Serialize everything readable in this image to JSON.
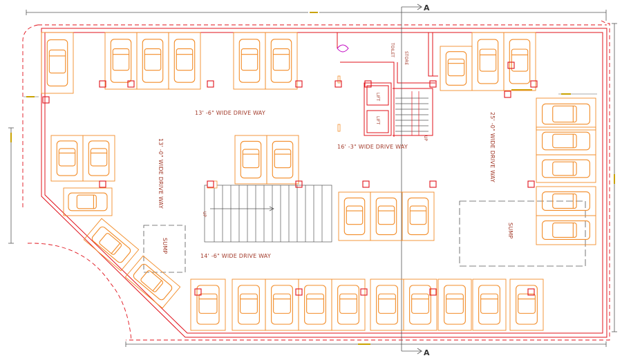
{
  "labels": {
    "drive_way_top": "13' -6\" WIDE DRIVE WAY",
    "drive_way_left": "13' -0\" WIDE DRIVE WAY",
    "drive_way_center": "16' -3\" WIDE DRIVE WAY",
    "drive_way_right": "25' -0\" WIDE DRIVE WAY",
    "drive_way_bottom": "14' -6\" WIDE DRIVE WAY",
    "sump_left": "SUMP",
    "sump_right": "SUMP",
    "lift_1": "LIFT",
    "lift_2": "LIFT",
    "up_stair": "UP",
    "up_ramp": "UP",
    "section_top": "A",
    "section_bottom": "A"
  },
  "colors": {
    "wall": "#e0101a",
    "car": "#f28c28",
    "dimension": "#c9a200",
    "text": "#a23a2a",
    "grey_line": "#555555"
  }
}
